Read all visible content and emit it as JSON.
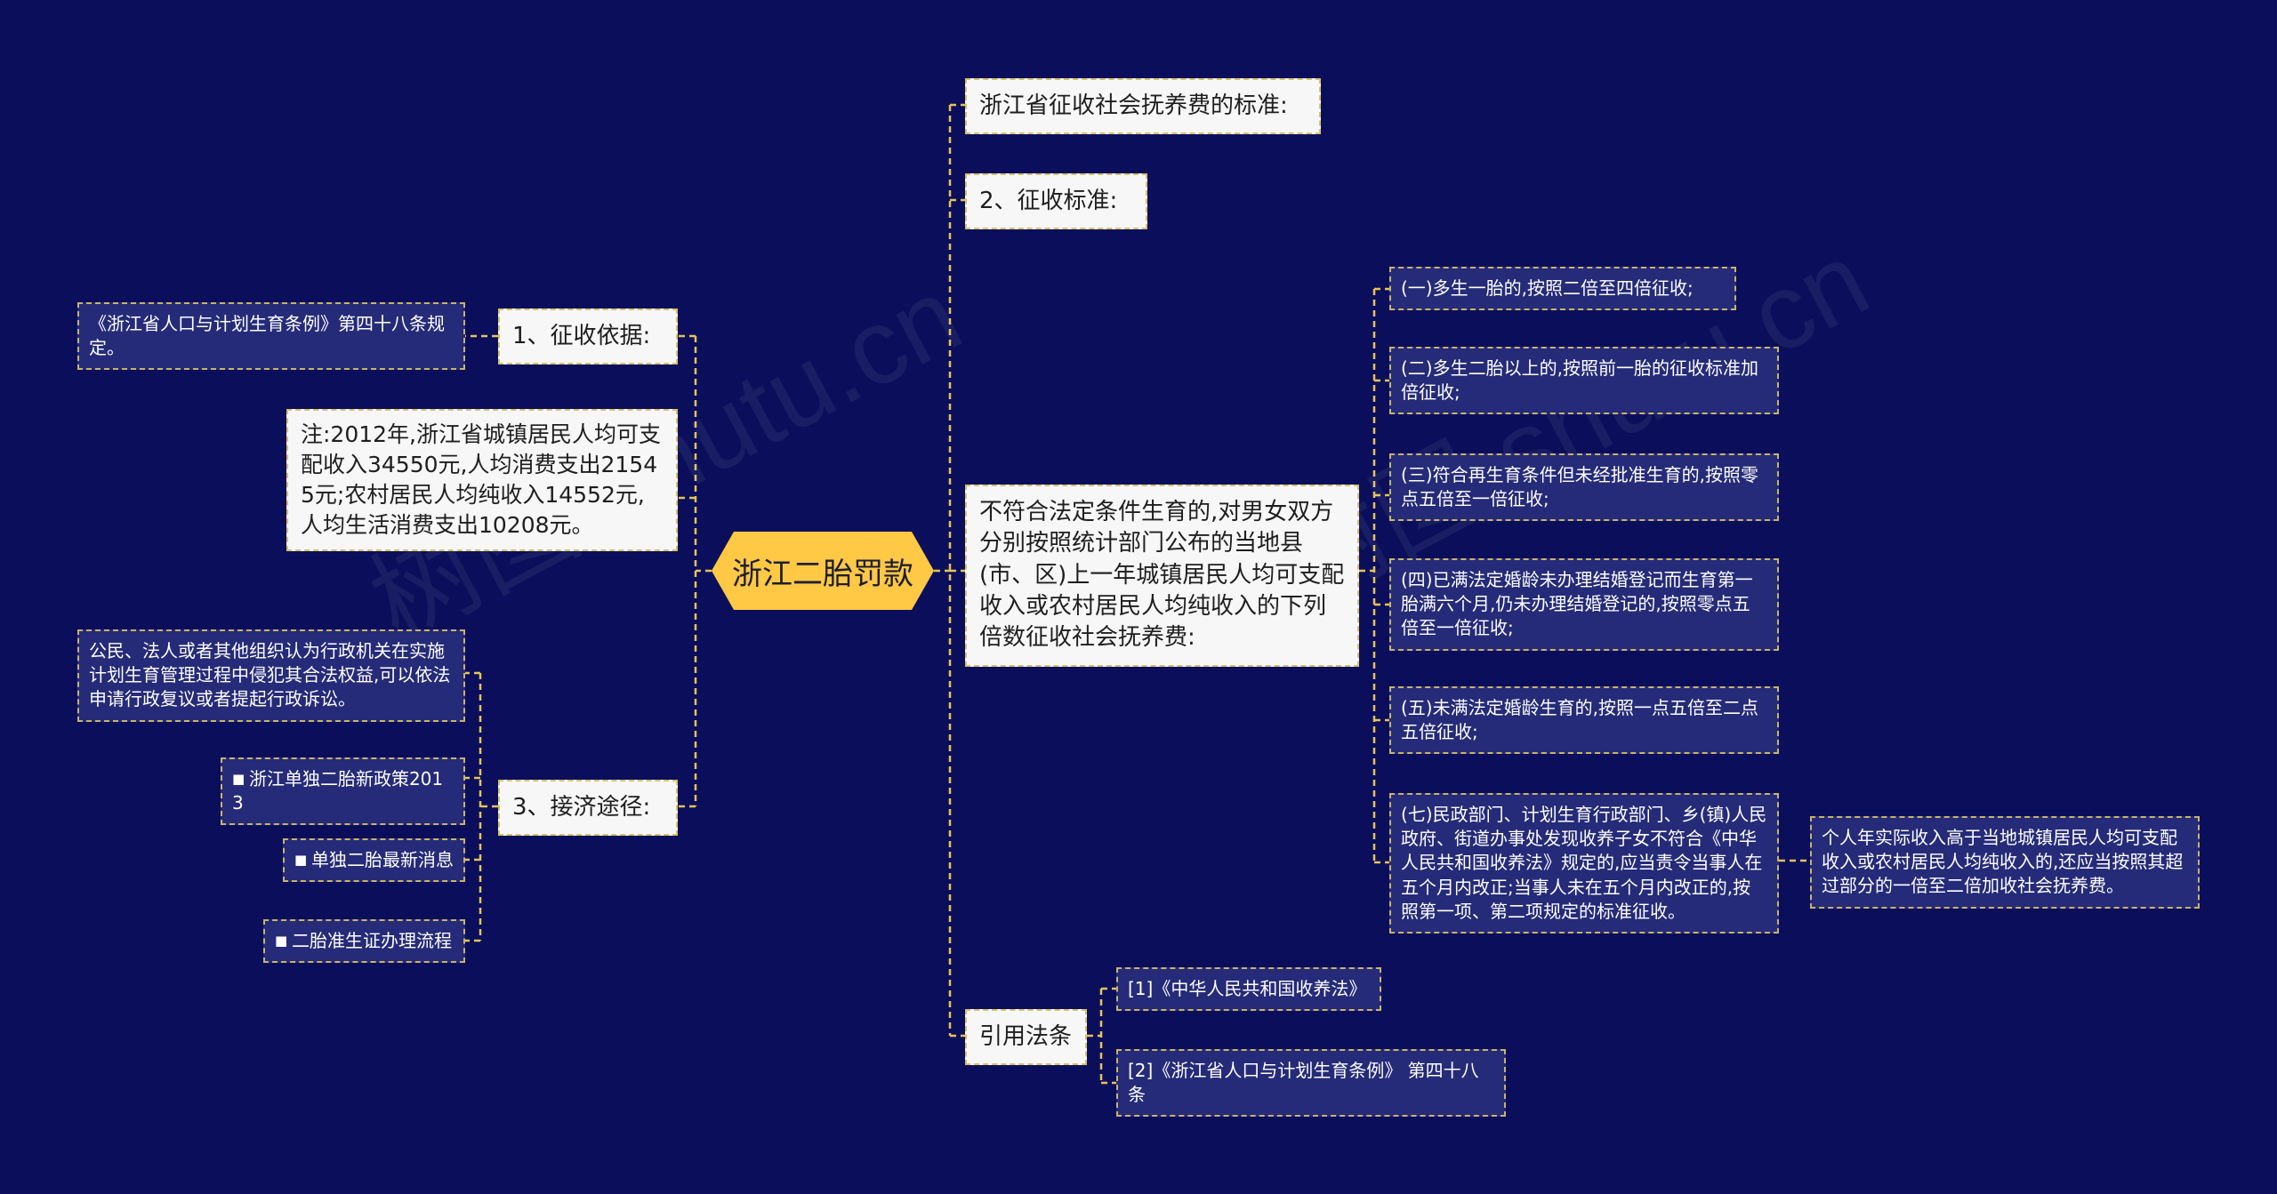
{
  "center": {
    "label": "浙江二胎罚款"
  },
  "left": {
    "basis": {
      "label": "1、征收依据:",
      "child": "《浙江省人口与计划生育条例》第四十八条规定。"
    },
    "note": "注:2012年,浙江省城镇居民人均可支配收入34550元,人均消费支出21545元;农村居民人均纯收入14552元,人均生活消费支出10208元。",
    "relief": {
      "label": "3、接济途径:",
      "children": [
        "公民、法人或者其他组织认为行政机关在实施计划生育管理过程中侵犯其合法权益,可以依法申请行政复议或者提起行政诉讼。",
        "浙江单独二胎新政策2013",
        "单独二胎最新消息",
        "二胎准生证办理流程"
      ]
    }
  },
  "right": {
    "standard_title": "浙江省征收社会抚养费的标准:",
    "standard2": "2、征收标准:",
    "main": {
      "label": "不符合法定条件生育的,对男女双方分别按照统计部门公布的当地县(市、区)上一年城镇居民人均可支配收入或农村居民人均纯收入的下列倍数征收社会抚养费:",
      "items": [
        "(一)多生一胎的,按照二倍至四倍征收;",
        "(二)多生二胎以上的,按照前一胎的征收标准加倍征收;",
        "(三)符合再生育条件但未经批准生育的,按照零点五倍至一倍征收;",
        "(四)已满法定婚龄未办理结婚登记而生育第一胎满六个月,仍未办理结婚登记的,按照零点五倍至一倍征收;",
        "(五)未满法定婚龄生育的,按照一点五倍至二点五倍征收;",
        "(七)民政部门、计划生育行政部门、乡(镇)人民政府、街道办事处发现收养子女不符合《中华人民共和国收养法》规定的,应当责令当事人在五个月内改正;当事人未在五个月内改正的,按照第一项、第二项规定的标准征收。"
      ],
      "extra": "个人年实际收入高于当地城镇居民人均可支配收入或农村居民人均纯收入的,还应当按照其超过部分的一倍至二倍加收社会抚养费。"
    },
    "refs": {
      "label": "引用法条",
      "items": [
        "[1]《中华人民共和国收养法》",
        "[2]《浙江省人口与计划生育条例》 第四十八条"
      ]
    }
  },
  "colors": {
    "background": "#0b0f5b",
    "center": "#ffc845",
    "connector": "#e6c357"
  }
}
